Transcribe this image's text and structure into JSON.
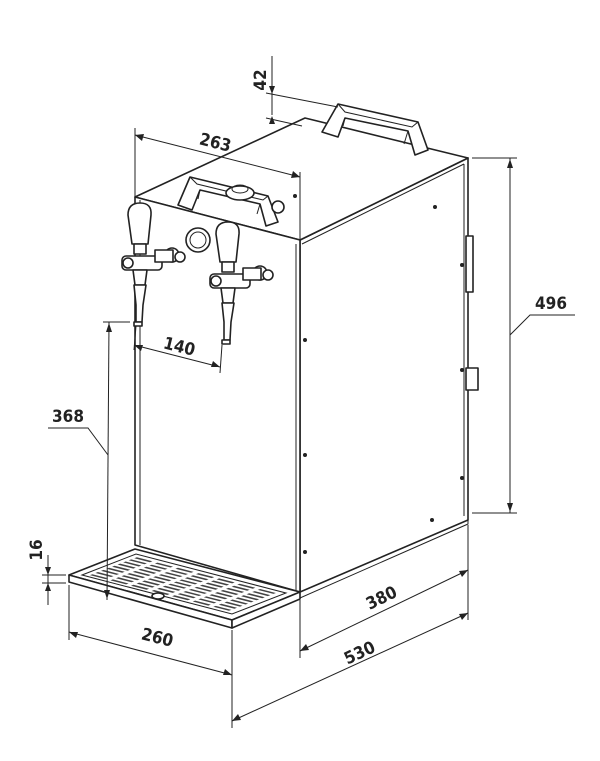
{
  "dimensions": {
    "handle_height": "42",
    "top_width": "263",
    "height": "496",
    "tap_spacing": "140",
    "tap_height": "368",
    "tray_height": "16",
    "tray_width": "260",
    "body_depth": "380",
    "total_depth": "530"
  }
}
